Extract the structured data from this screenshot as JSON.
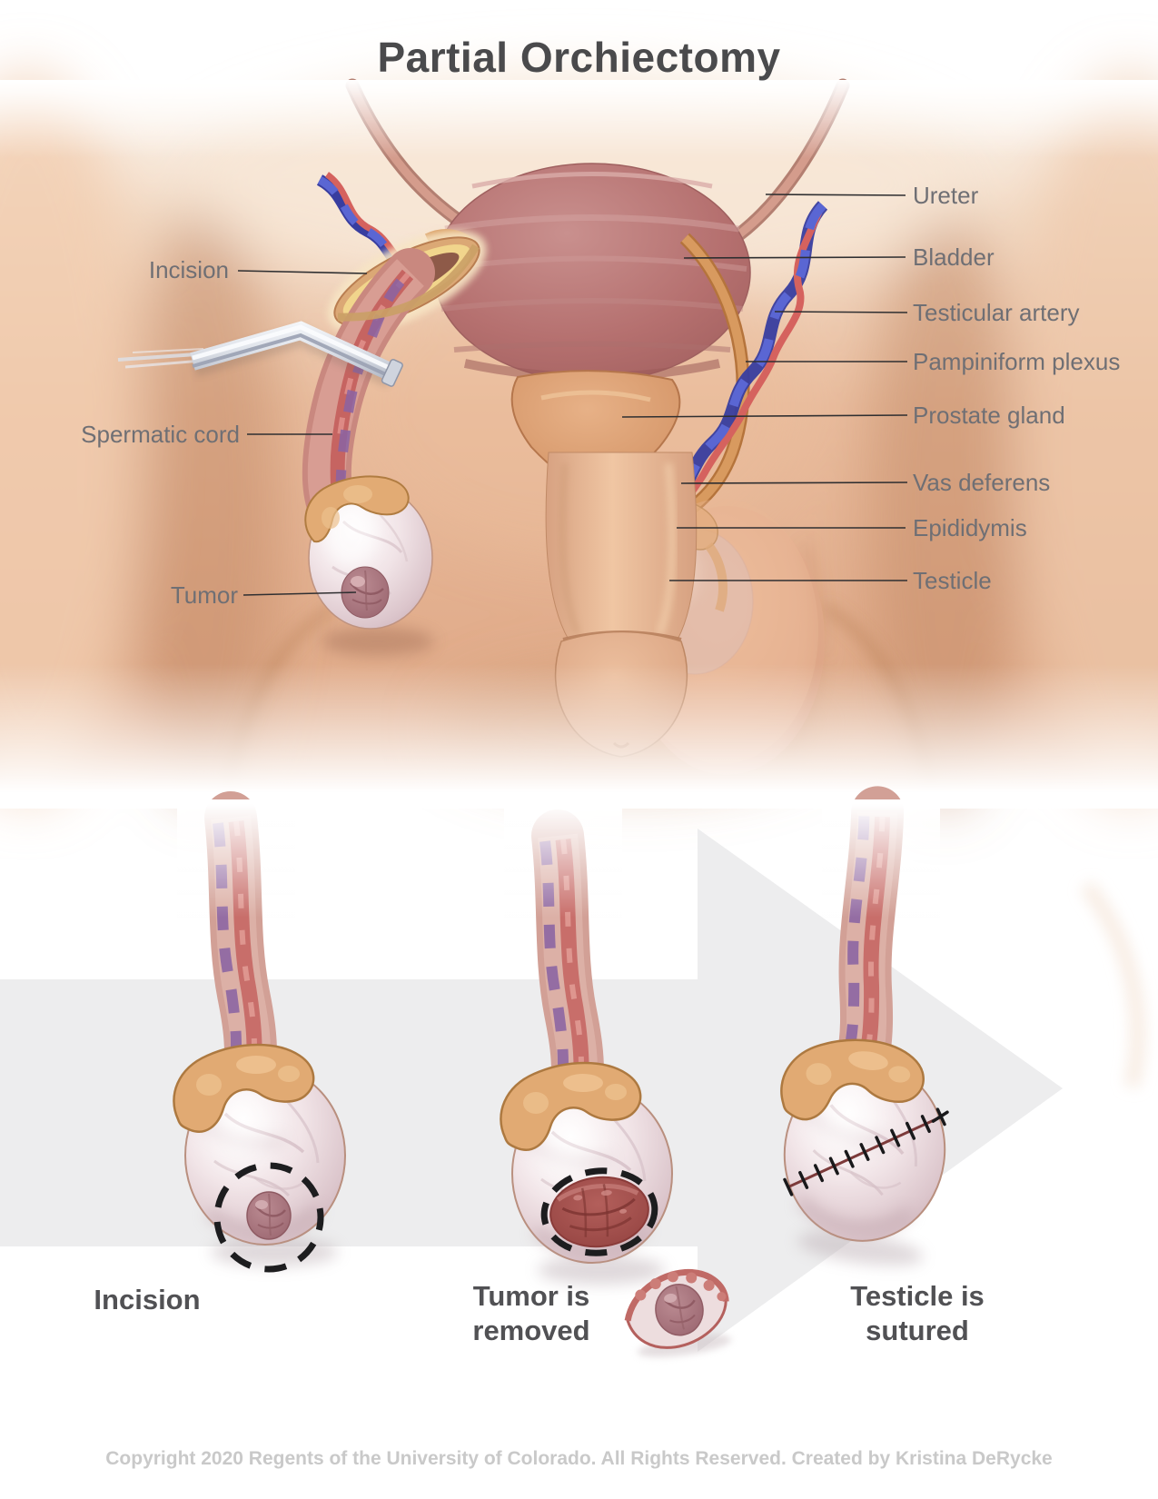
{
  "title": "Partial Orchiectomy",
  "anatomy_labels": {
    "left": [
      {
        "text": "Incision"
      },
      {
        "text": "Spermatic cord"
      },
      {
        "text": "Tumor"
      }
    ],
    "right": [
      {
        "text": "Ureter"
      },
      {
        "text": "Bladder"
      },
      {
        "text": "Testicular artery"
      },
      {
        "text": "Pampiniform plexus"
      },
      {
        "text": "Prostate gland"
      },
      {
        "text": "Vas deferens"
      },
      {
        "text": "Epididymis"
      },
      {
        "text": "Testicle"
      }
    ]
  },
  "procedure_steps": [
    {
      "label": "Incision"
    },
    {
      "label": "Tumor is removed"
    },
    {
      "label": "Testicle is sutured"
    }
  ],
  "footer": {
    "copyright": "Copyright 2020 Regents of the University of Colorado. All Rights Reserved. Created by Kristina DeRycke"
  },
  "colors": {
    "title_gray": "#4a4a4c",
    "label_gray": "#6f6f74",
    "step_gray": "#515154",
    "copyright_gray": "#c9c9c9",
    "arrow_gray": "#ededee",
    "skin": "#e9bc9d",
    "bladder": "#b5706f",
    "prostate": "#dc9f74",
    "vein_blue": "#4f5ac9",
    "artery_red": "#d5625e",
    "vas_orange": "#d89a5f",
    "epididymis_tan": "#e0aa74",
    "testicle_pink": "#ead9dd",
    "tumor_mauve": "#a97680",
    "wound_red": "#a04c49",
    "suture_black": "#19191b"
  }
}
